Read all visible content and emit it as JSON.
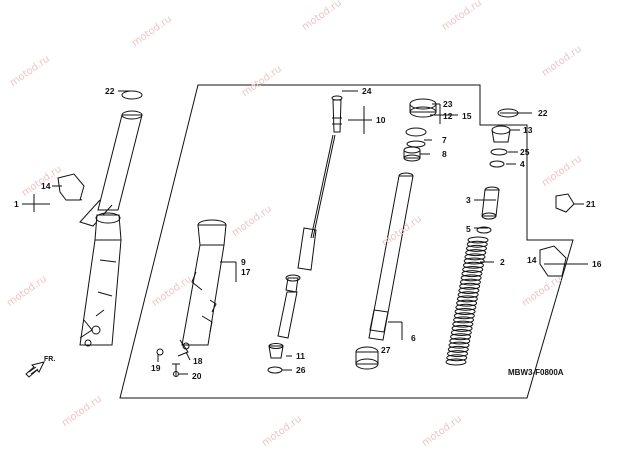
{
  "watermark": "motod.ru",
  "diagram_code": "MBW3-F0800A",
  "direction_label": "FR.",
  "callouts": {
    "c1": "1",
    "c2": "2",
    "c3": "3",
    "c4": "4",
    "c5": "5",
    "c6": "6",
    "c7": "7",
    "c8": "8",
    "c9": "9",
    "c10": "10",
    "c11": "11",
    "c12": "12",
    "c13": "13",
    "c14a": "14",
    "c14b": "14",
    "c15": "15",
    "c16": "16",
    "c17": "17",
    "c18": "18",
    "c19": "19",
    "c20": "20",
    "c21": "21",
    "c22a": "22",
    "c22b": "22",
    "c23": "23",
    "c24": "24",
    "c25": "25",
    "c26": "26",
    "c27": "27"
  }
}
